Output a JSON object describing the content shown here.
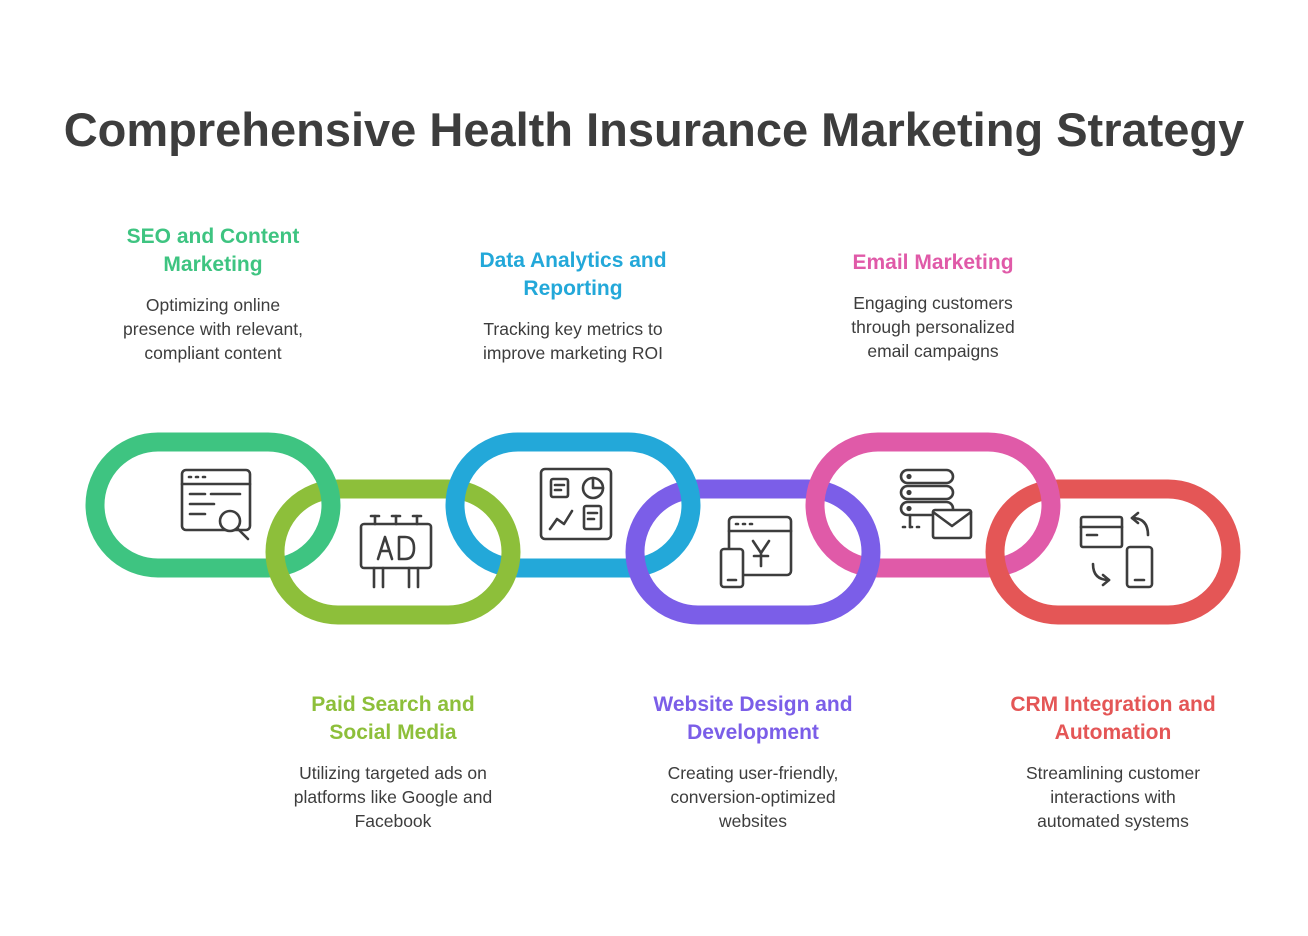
{
  "title": "Comprehensive Health Insurance Marketing Strategy",
  "colors": {
    "title": "#3d3d3d",
    "text": "#3d3d3d",
    "icon": "#3d3d3d"
  },
  "steps": [
    {
      "title": "SEO and Content Marketing",
      "description": "Optimizing online presence with relevant, compliant content",
      "color": "#3ec481",
      "icon": "browser-search-icon"
    },
    {
      "title": "Paid Search and Social Media",
      "description": "Utilizing targeted ads on platforms like Google and Facebook",
      "color": "#8dbf3a",
      "icon": "billboard-ad-icon"
    },
    {
      "title": "Data Analytics and Reporting",
      "description": "Tracking key metrics to improve marketing ROI",
      "color": "#23a8d9",
      "icon": "dashboard-icon"
    },
    {
      "title": "Website Design and Development",
      "description": "Creating user-friendly, conversion-optimized websites",
      "color": "#7b5ee8",
      "icon": "web-payment-icon"
    },
    {
      "title": "Email Marketing",
      "description": "Engaging customers through personalized email campaigns",
      "color": "#e05aa8",
      "icon": "server-mail-icon"
    },
    {
      "title": "CRM Integration and Automation",
      "description": "Streamlining customer interactions with automated systems",
      "color": "#e45656",
      "icon": "card-phone-sync-icon"
    }
  ]
}
